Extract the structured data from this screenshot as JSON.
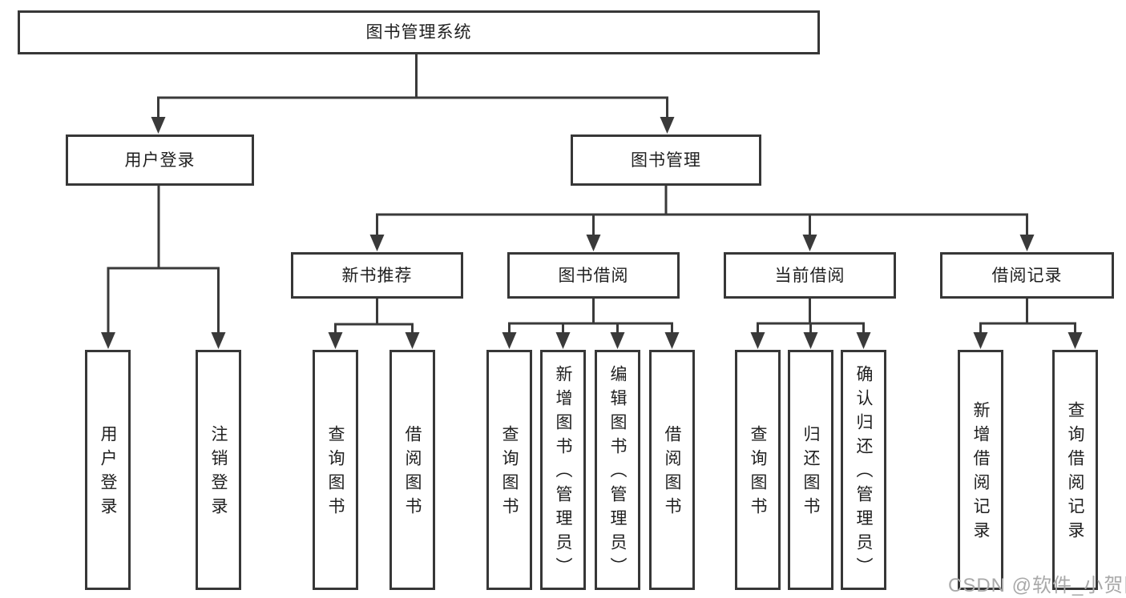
{
  "diagram": {
    "root": {
      "label": "图书管理系统"
    },
    "level2": [
      {
        "label": "用户登录"
      },
      {
        "label": "图书管理"
      }
    ],
    "level3": [
      {
        "label": "新书推荐"
      },
      {
        "label": "图书借阅"
      },
      {
        "label": "当前借阅"
      },
      {
        "label": "借阅记录"
      }
    ],
    "leaves": {
      "login": [
        "用户登录",
        "注销登录"
      ],
      "recommend": [
        "查询图书",
        "借阅图书"
      ],
      "borrow": [
        "查询图书",
        "新增图书（管理员）",
        "编辑图书（管理员）",
        "借阅图书"
      ],
      "current": [
        "查询图书",
        "归还图书",
        "确认归还（管理员）"
      ],
      "records": [
        "新增借阅记录",
        "查询借阅记录"
      ]
    },
    "watermark": "CSDN @软件_小贺同学",
    "colors": {
      "line": "#3a3a3a",
      "text": "#1f1f1f",
      "watermark": "#a9a9a9",
      "background": "#ffffff"
    }
  }
}
